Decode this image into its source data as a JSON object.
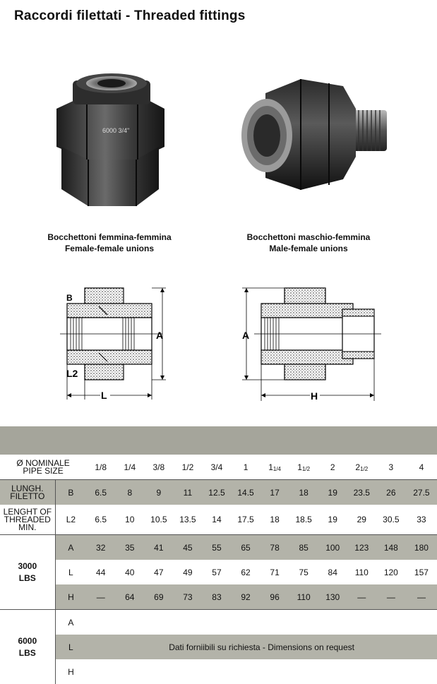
{
  "title": "Raccordi filettati - Threaded fittings",
  "products": [
    {
      "caption_it": "Bocchettoni femmina-femmina",
      "caption_en": "Female-female unions",
      "markings": "6000  3/4\""
    },
    {
      "caption_it": "Bocchettoni maschio-femmina",
      "caption_en": "Male-female unions"
    }
  ],
  "drawing_labels": {
    "b": "B",
    "a": "A",
    "l2": "L2",
    "l": "L",
    "h": "H"
  },
  "table": {
    "header_nominale": "Ø NOMINALE",
    "header_pipe": "PIPE SIZE",
    "sizes": [
      {
        "main": "1/8",
        "sub": ""
      },
      {
        "main": "1/4",
        "sub": ""
      },
      {
        "main": "3/8",
        "sub": ""
      },
      {
        "main": "1/2",
        "sub": ""
      },
      {
        "main": "3/4",
        "sub": ""
      },
      {
        "main": "1",
        "sub": ""
      },
      {
        "main": "1",
        "sub": "1/4"
      },
      {
        "main": "1",
        "sub": "1/2"
      },
      {
        "main": "2",
        "sub": ""
      },
      {
        "main": "2",
        "sub": "1/2"
      },
      {
        "main": "3",
        "sub": ""
      },
      {
        "main": "4",
        "sub": ""
      }
    ],
    "lungh_label": "LUNGH. FILETTO",
    "lenght_label_1": "LENGHT OF",
    "lenght_label_2": "THREADED",
    "lenght_label_3": "MIN.",
    "rows_thread": [
      {
        "code": "B",
        "values": [
          "6.5",
          "8",
          "9",
          "11",
          "12.5",
          "14.5",
          "17",
          "18",
          "19",
          "23.5",
          "26",
          "27.5"
        ]
      },
      {
        "code": "L2",
        "values": [
          "6.5",
          "10",
          "10.5",
          "13.5",
          "14",
          "17.5",
          "18",
          "18.5",
          "19",
          "29",
          "30.5",
          "33"
        ]
      }
    ],
    "group_3000_1": "3000",
    "group_3000_2": "LBS",
    "rows_3000": [
      {
        "code": "A",
        "values": [
          "32",
          "35",
          "41",
          "45",
          "55",
          "65",
          "78",
          "85",
          "100",
          "123",
          "148",
          "180"
        ]
      },
      {
        "code": "L",
        "values": [
          "44",
          "40",
          "47",
          "49",
          "57",
          "62",
          "71",
          "75",
          "84",
          "110",
          "120",
          "157"
        ]
      },
      {
        "code": "H",
        "values": [
          "—",
          "64",
          "69",
          "73",
          "83",
          "92",
          "96",
          "110",
          "130",
          "—",
          "—",
          "—"
        ]
      }
    ],
    "group_6000_1": "6000",
    "group_6000_2": "LBS",
    "codes_6000": [
      "A",
      "L",
      "H"
    ],
    "on_request": "Dati forniibili su richiesta - Dimensions on request"
  }
}
